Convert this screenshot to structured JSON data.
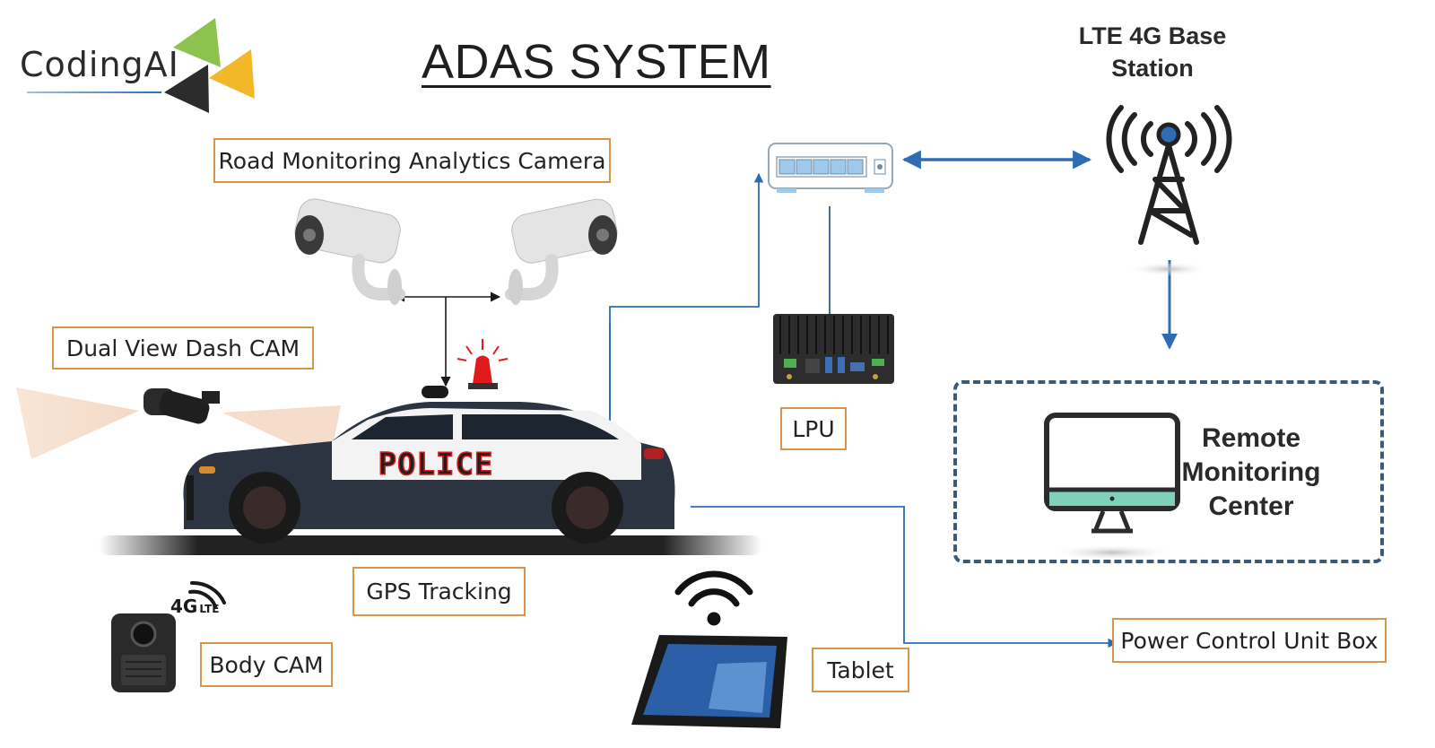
{
  "logo": {
    "text": "CodingAI",
    "triangle_colors": [
      "#8cc34f",
      "#f2b829",
      "#2c2c2c"
    ]
  },
  "title": "ADAS SYSTEM",
  "components": {
    "road_camera": {
      "label": "Road Monitoring Analytics Camera"
    },
    "dash_cam": {
      "label": "Dual View Dash CAM"
    },
    "gps": {
      "label": "GPS Tracking"
    },
    "body_cam": {
      "label": "Body CAM",
      "badge": "4G",
      "badge_sub": "LTE"
    },
    "tablet": {
      "label": "Tablet"
    },
    "lpu": {
      "label": "LPU"
    },
    "power_box": {
      "label": "Power Control Unit Box"
    },
    "base_station": {
      "label_line1": "LTE 4G Base",
      "label_line2": "Station"
    },
    "remote_center": {
      "line1": "Remote",
      "line2": "Monitoring",
      "line3": "Center"
    },
    "car": {
      "door_text": "POLICE"
    }
  },
  "colors": {
    "label_border": "#d9954a",
    "connector_blue": "#2e6db4",
    "dashed_border": "#3b5a7a",
    "monitor_accent": "#7fd1b9",
    "siren_red": "#e11b1b"
  }
}
